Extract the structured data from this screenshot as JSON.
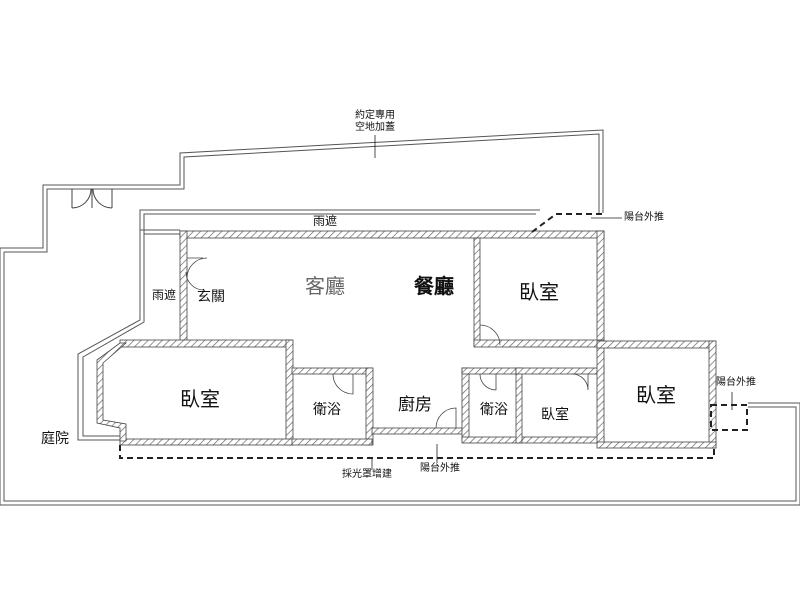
{
  "floor_plan": {
    "rooms": {
      "living_room": "客廳",
      "dining_room": "餐廳",
      "bedroom_top_right": "臥室",
      "bedroom_left": "臥室",
      "bedroom_small": "臥室",
      "bedroom_right": "臥室",
      "bathroom_left": "衛浴",
      "bathroom_right": "衛浴",
      "kitchen": "廚房",
      "entrance": "玄關",
      "awning_left": "雨遮",
      "awning_top": "雨遮",
      "garden": "庭院"
    },
    "annotations": {
      "exclusive_space_line1": "約定專用",
      "exclusive_space_line2": "空地加蓋",
      "balcony_top": "陽台外推",
      "balcony_right": "陽台外推",
      "balcony_bottom": "陽台外推",
      "skylight": "採光罩增建"
    }
  }
}
